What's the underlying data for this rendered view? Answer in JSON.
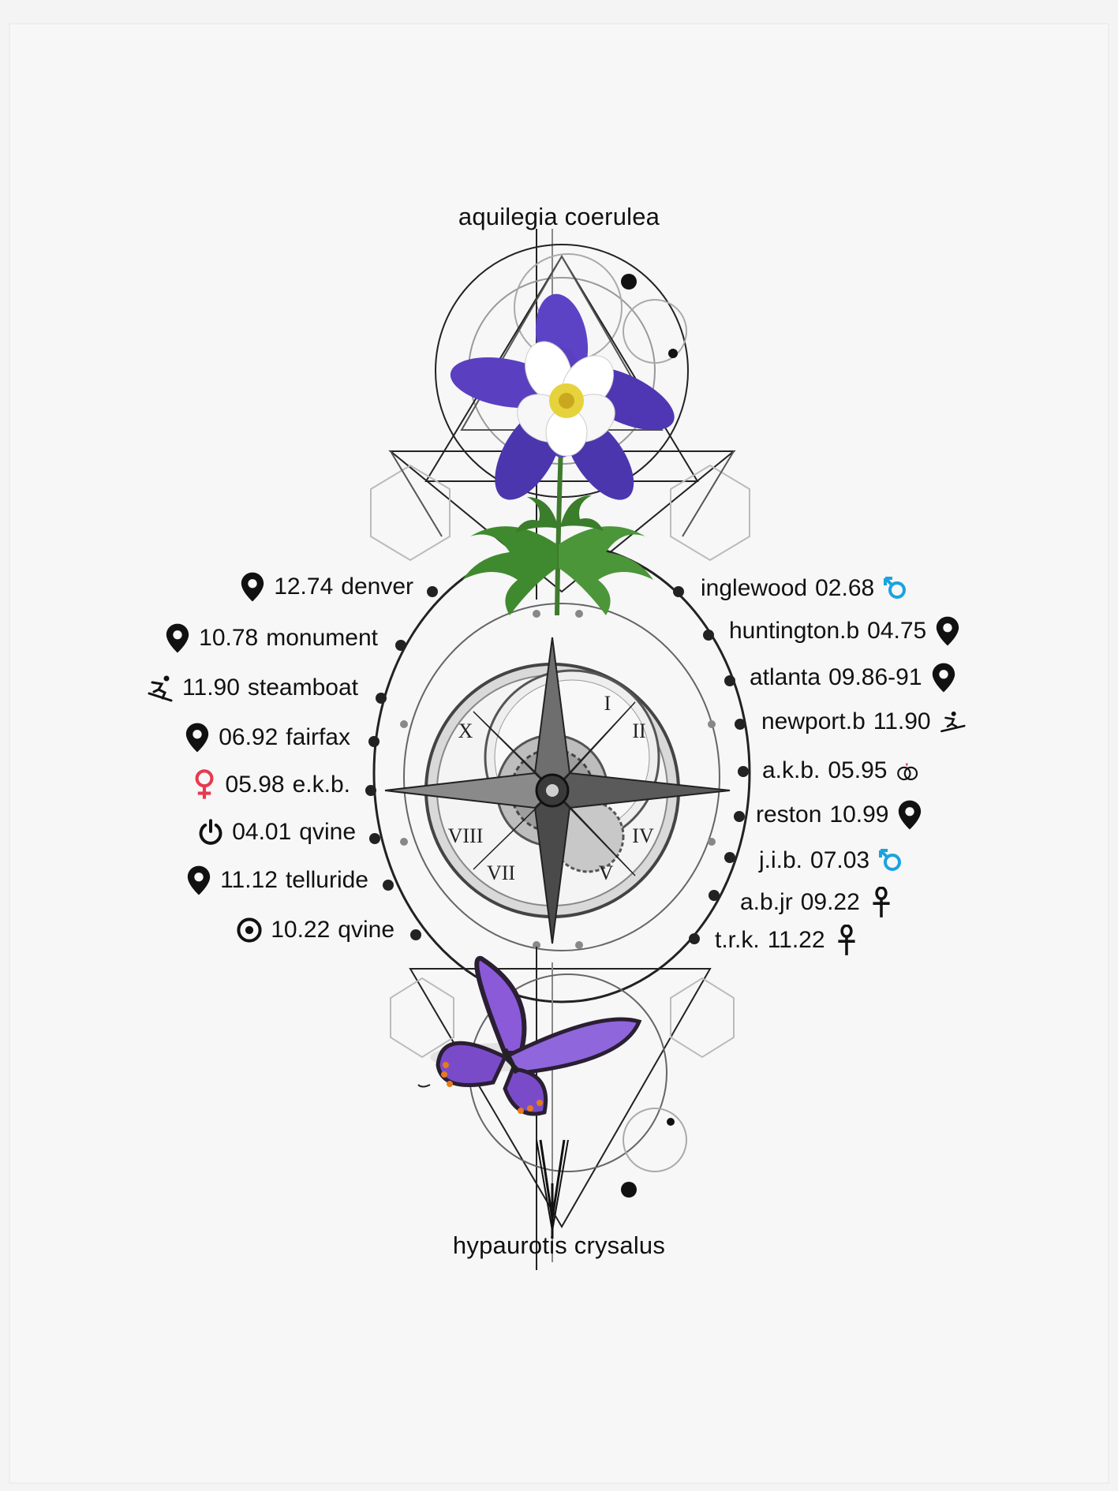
{
  "top_title": "aquilegia coerulea",
  "bottom_title": "hypaurotis crysalus",
  "left_entries": [
    {
      "date": "12.74",
      "place": "denver",
      "icon": "location-pin-icon",
      "color": "#111111"
    },
    {
      "date": "10.78",
      "place": "monument",
      "icon": "location-pin-icon",
      "color": "#111111"
    },
    {
      "date": "11.90",
      "place": "steamboat",
      "icon": "skier-icon",
      "color": "#111111"
    },
    {
      "date": "06.92",
      "place": "fairfax",
      "icon": "location-pin-icon",
      "color": "#111111"
    },
    {
      "date": "05.98",
      "place": "e.k.b.",
      "icon": "female-symbol-icon",
      "color": "#e8394e"
    },
    {
      "date": "04.01",
      "place": "qvine",
      "icon": "power-icon",
      "color": "#111111"
    },
    {
      "date": "11.12",
      "place": "telluride",
      "icon": "location-pin-icon",
      "color": "#111111"
    },
    {
      "date": "10.22",
      "place": "qvine",
      "icon": "record-button-icon",
      "color": "#111111"
    }
  ],
  "right_entries": [
    {
      "place": "inglewood",
      "date": "02.68",
      "icon": "male-symbol-icon",
      "color": "#1aa3e0"
    },
    {
      "place": "huntington.b",
      "date": "04.75",
      "icon": "location-pin-icon",
      "color": "#111111"
    },
    {
      "place": "atlanta",
      "date": "09.86-91",
      "icon": "location-pin-icon",
      "color": "#111111"
    },
    {
      "place": "newport.b",
      "date": "11.90",
      "icon": "surfer-icon",
      "color": "#111111"
    },
    {
      "place": "a.k.b.",
      "date": "05.95",
      "icon": "wedding-rings-icon",
      "color": "#111111"
    },
    {
      "place": "reston",
      "date": "10.99",
      "icon": "location-pin-icon",
      "color": "#111111"
    },
    {
      "place": "j.i.b.",
      "date": "07.03",
      "icon": "male-symbol-icon",
      "color": "#1aa3e0"
    },
    {
      "place": "a.b.jr",
      "date": "09.22",
      "icon": "ankh-icon",
      "color": "#111111"
    },
    {
      "place": "t.r.k.",
      "date": "11.22",
      "icon": "ankh-icon",
      "color": "#111111"
    }
  ],
  "colors": {
    "flower_petal": "#5a3fc0",
    "flower_center": "#ffffff",
    "leaf": "#3f8a2e",
    "butterfly_wing": "#8a5ad8",
    "butterfly_edge": "#2a1f33",
    "line": "#222222",
    "accent_red": "#e8394e",
    "accent_blue": "#1aa3e0"
  }
}
